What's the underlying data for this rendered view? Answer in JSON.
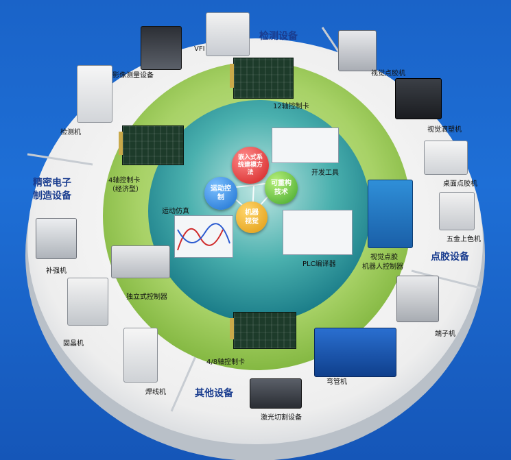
{
  "sections": {
    "inspection": "检测设备",
    "electronics_line1": "精密电子",
    "electronics_line2": "制造设备",
    "dispensing": "点胶设备",
    "other": "其他设备"
  },
  "devices": {
    "vfi": "VFI",
    "image_measure": "影像测量设备",
    "inspector": "检测机",
    "vision_dispenser": "视觉点胶机",
    "vision_drip": "视觉滴塑机",
    "desktop_dispenser": "桌面点胶机",
    "hardware_coating": "五金上色机",
    "reinforcer": "补强机",
    "die_bonder": "固晶机",
    "wire_bonder": "焊线机",
    "terminal_machine": "端子机",
    "pipe_bender": "弯管机",
    "laser_cutter": "激光切割设备"
  },
  "inner": {
    "card12": "12轴控制卡",
    "card4_line1": "4轴控制卡",
    "card4_line2": "（经济型）",
    "dev_tools": "开发工具",
    "motion_sim": "运动仿真",
    "standalone": "独立式控制器",
    "plc": "PLC编译器",
    "vision_robot_line1": "视觉点胶",
    "vision_robot_line2": "机器人控制器",
    "card48": "4/8轴控制卡"
  },
  "core": {
    "embedded": "嵌入式系统建模方法",
    "motion": "运动控制",
    "reconfig": "可重构技术",
    "vision": "机器视觉"
  },
  "colors": {
    "background": "#1a63c8",
    "outer_ring": "#f3f3f3",
    "middle_ring": "#9dcd55",
    "inner_disc": "#1e8a94",
    "section_text": "#1a3d8f"
  }
}
